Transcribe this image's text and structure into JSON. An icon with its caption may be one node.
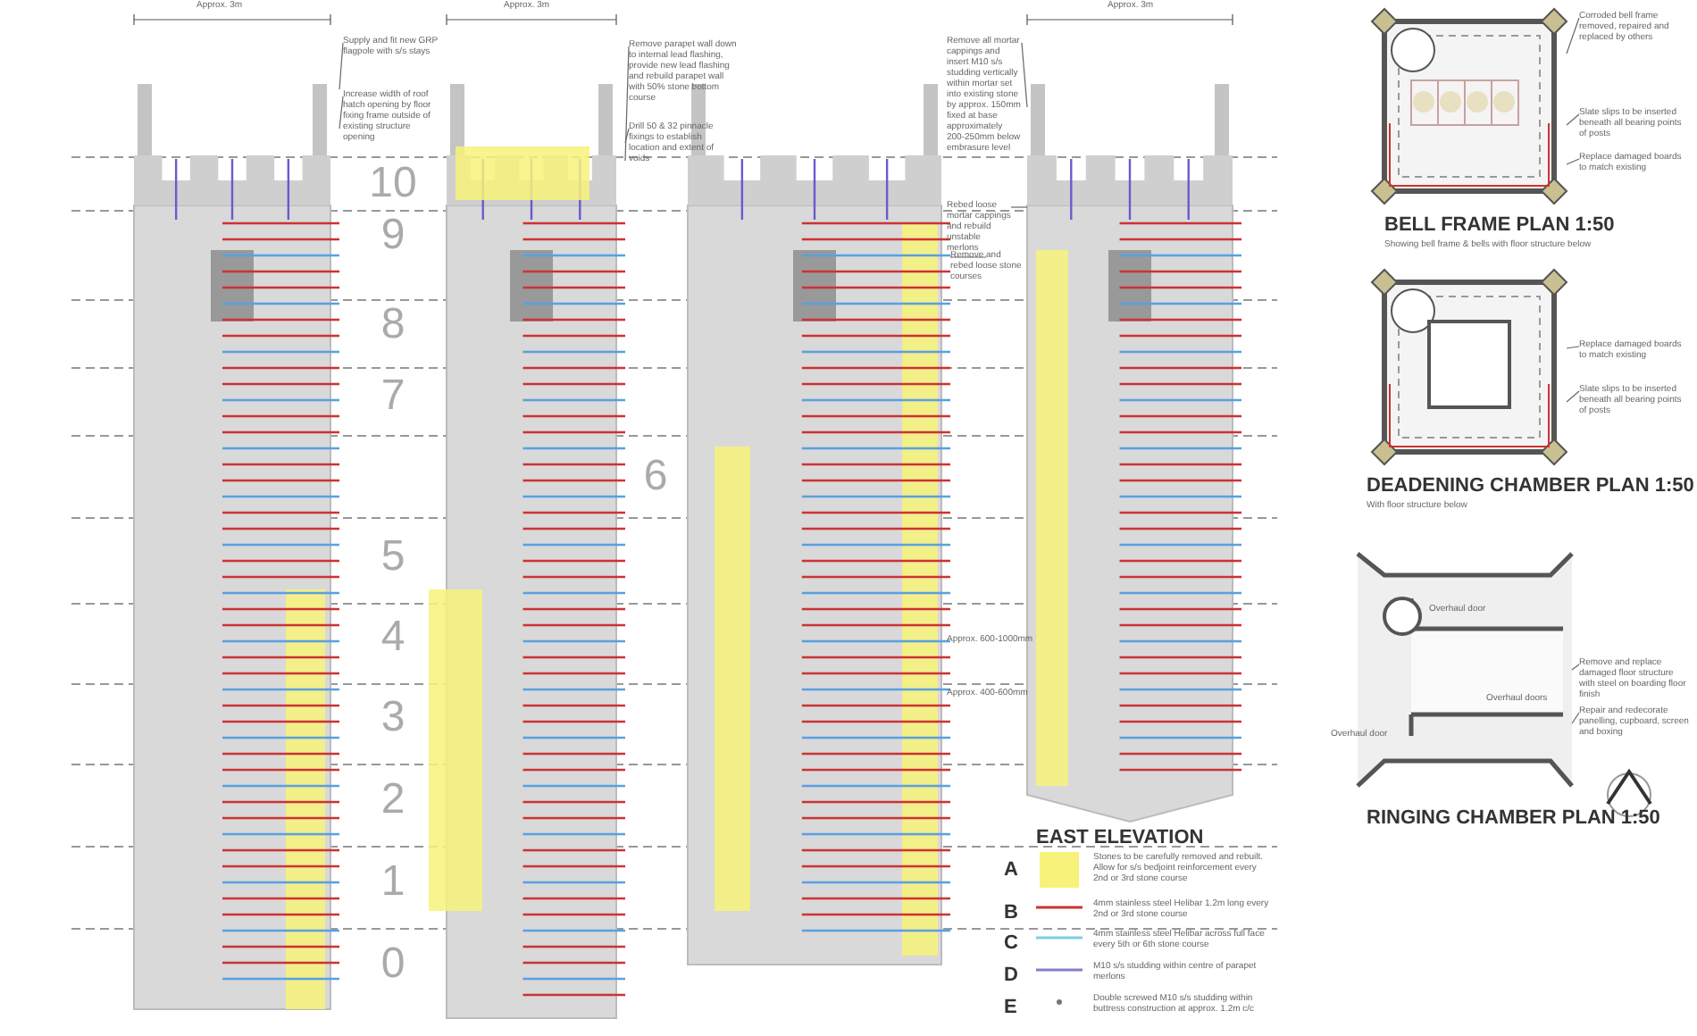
{
  "diagram": {
    "nodes": [
      {
        "text": [
          "Supply and fit new GRP flagpole with s/s stays"
        ]
      },
      {
        "text": [
          "Increase width of roof hatch opening by floor fixing frame outside of existing structure opening"
        ]
      },
      {
        "text": [
          "Remove parapet wall down to internal lead flashing, provide new lead flashing and rebuild parapet wall with 50% stone bottom course"
        ]
      },
      {
        "text": [
          "Drill 50 & 32 pinnacle fixings to establish location and extent of voids"
        ]
      },
      {
        "text": [
          "Remove all mortar cappings and insert M10 s/s studding vertically within mortar set into existing stone by approx. 150mm fixed at base approximately 200-250mm below embrasure level"
        ]
      },
      {
        "text": [
          "Rebed loose mortar cappings and rebuild unstable merlons"
        ]
      },
      {
        "text": [
          "Remove and rebed loose stone courses"
        ]
      },
      {
        "text": [
          "Corroded bell frame removed, repaired and replaced by others"
        ]
      },
      {
        "text": [
          "Slate slips to be inserted beneath all bearing points of posts"
        ]
      },
      {
        "text": [
          "Replace damaged boards to match existing"
        ]
      },
      {
        "text": [
          "Replace damaged boards to match existing"
        ]
      },
      {
        "text": [
          "Slate slips to be inserted beneath all bearing points of posts"
        ]
      },
      {
        "text": [
          "Remove and replace damaged floor structure with steel on boarding floor finish"
        ]
      },
      {
        "text": [
          "Repair and redecorate panelling, cupboard, screen and boxing"
        ]
      },
      {
        "text": [],
        "shape": "picture"
      },
      {
        "text": [],
        "shape": "picture"
      },
      {
        "text": [],
        "shape": "picture"
      },
      {
        "text": [],
        "shape": "picture"
      },
      {
        "text": [],
        "shape": "picture",
        "beside": [
          "BELL FRAME PLAN 1:50",
          "Showing bell frame & bells with floor structure below"
        ]
      },
      {
        "text": [],
        "shape": "picture",
        "beside": [
          "DEADENING CHAMBER PLAN 1:50",
          "With floor structure below"
        ]
      },
      {
        "text": [],
        "shape": "picture",
        "beside": [
          "RINGING CHAMBER PLAN 1:50"
        ]
      }
    ],
    "edges": [
      {
        "from": 0,
        "to": 14,
        "arrow": "none"
      },
      {
        "from": 1,
        "to": 14,
        "arrow": "none"
      },
      {
        "from": 2,
        "to": 15,
        "arrow": "none"
      },
      {
        "from": 3,
        "to": 15,
        "arrow": "none"
      },
      {
        "from": 4,
        "to": 17,
        "arrow": "none"
      },
      {
        "from": 5,
        "to": 17,
        "arrow": "none"
      },
      {
        "from": 6,
        "to": 16,
        "arrow": "none"
      },
      {
        "from": 7,
        "to": 18,
        "arrow": "none"
      },
      {
        "from": 8,
        "to": 18,
        "arrow": "none"
      },
      {
        "from": 9,
        "to": 18,
        "arrow": "none"
      },
      {
        "from": 10,
        "to": 19,
        "arrow": "none"
      },
      {
        "from": 11,
        "to": 19,
        "arrow": "none"
      },
      {
        "from": 12,
        "to": 20,
        "arrow": "none"
      },
      {
        "from": 13,
        "to": 20,
        "arrow": "none"
      }
    ],
    "labels": [
      "Approx. 3m",
      "Approx. 3m",
      "Approx. 3m",
      "10",
      "9",
      "8",
      "7",
      "6",
      "5",
      "4",
      "3",
      "2",
      "1",
      "0",
      "Approx. 600-1000mm",
      "Approx. 400-600mm",
      "Overhaul door",
      "Overhaul door",
      "Overhaul doors",
      "EAST ELEVATION",
      "A",
      "B",
      "C",
      "D",
      "E"
    ],
    "legend": [
      {
        "text": "Stones to be carefully removed and rebuilt. Allow for s/s bedjoint reinforcement every 2nd or 3rd stone course",
        "color": "#f7f27a"
      },
      {
        "text": "4mm stainless steel Helibar 1.2m long every 2nd or 3rd stone course"
      },
      {
        "text": "4mm stainless steel Helibar across full face every 5th or 6th stone course"
      },
      {
        "text": "M10 s/s studding within centre of parapet merlons"
      },
      {
        "text": "Double screwed M10 s/s studding within buttress construction at approx. 1.2m c/c"
      }
    ]
  }
}
